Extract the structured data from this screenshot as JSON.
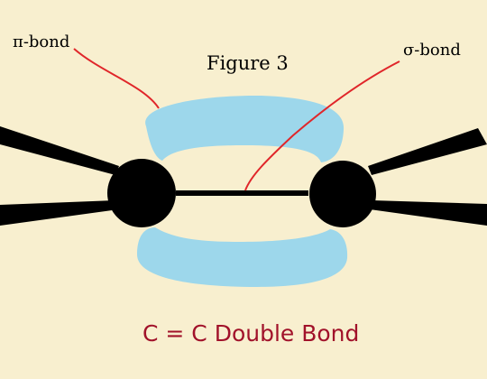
{
  "labels": {
    "pi_bond": "π-bond",
    "sigma_bond": "σ-bond",
    "figure_title": "Figure 3",
    "caption": "C = C Double Bond"
  },
  "colors": {
    "background": "#F8EFCF",
    "pi_lobe": "#9DD7EB",
    "atom": "#000000",
    "pointer": "#E0262A",
    "caption": "#A1122A"
  },
  "shapes": {
    "atom_left": "black-circle",
    "atom_right": "black-circle",
    "pi_lobe_top": "blue-crescent",
    "pi_lobe_bottom": "blue-crescent",
    "bonds_to_substituents": "black-wedges"
  }
}
